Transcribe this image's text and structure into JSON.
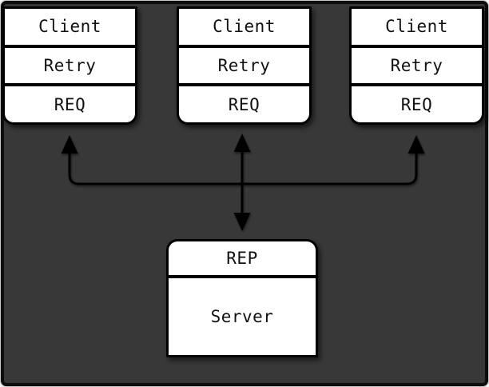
{
  "diagram_type": "request-reply messaging pattern",
  "colors": {
    "background": "#383838",
    "frame_border": "#0d0d0d",
    "box_fill": "#ffffff",
    "box_border": "#000000",
    "arrow": "#000000",
    "text": "#111111"
  },
  "clients": [
    {
      "rows": [
        "Client",
        "Retry",
        "REQ"
      ]
    },
    {
      "rows": [
        "Client",
        "Retry",
        "REQ"
      ]
    },
    {
      "rows": [
        "Client",
        "Retry",
        "REQ"
      ]
    }
  ],
  "server": {
    "rows": [
      "REP",
      "Server"
    ]
  }
}
